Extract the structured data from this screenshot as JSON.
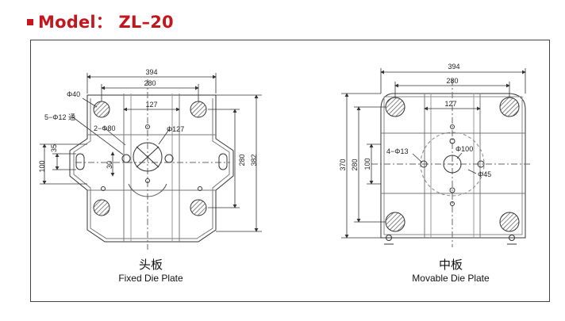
{
  "header": {
    "title": "Model： ZL–20"
  },
  "fixed_plate": {
    "name_zh": "头板",
    "name_en": "Fixed Die Plate",
    "dims": {
      "overall_width": "394",
      "tie_bar_width": "280",
      "center_width": "127",
      "tie_rod": "Φ40",
      "holes": "5−Φ12 通",
      "locator": "2−Φ80",
      "center_bore": "Φ127",
      "left_outer": "100",
      "left_inner": "35",
      "center_vertical": "30",
      "tie_bar_height": "280",
      "overall_height": "382"
    }
  },
  "movable_plate": {
    "name_zh": "中板",
    "name_en": "Movable Die Plate",
    "dims": {
      "overall_width": "394",
      "tie_bar_width": "280",
      "center_width": "127",
      "overall_height": "370",
      "tie_bar_height": "280",
      "inner_height": "100",
      "holes": "4−Φ13",
      "center_bore": "Φ100",
      "ejector": "Φ45"
    }
  }
}
